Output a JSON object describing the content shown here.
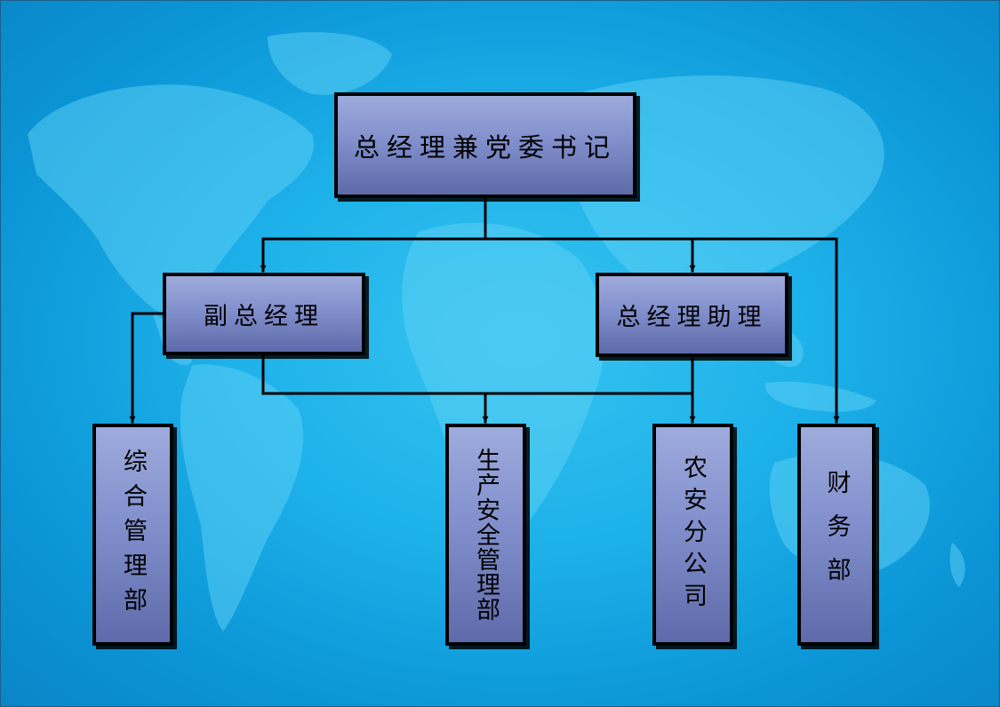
{
  "org_chart": {
    "top": {
      "label": "总经理兼党委书记"
    },
    "deputies": [
      {
        "id": "deputy-gm",
        "label": "副总经理"
      },
      {
        "id": "gm-assistant",
        "label": "总经理助理"
      }
    ],
    "departments": [
      {
        "id": "general-admin",
        "label": "综合管理部"
      },
      {
        "id": "production-safety",
        "label": "生产安全管理部"
      },
      {
        "id": "agri-safety-branch",
        "label": "农安分公司"
      },
      {
        "id": "finance",
        "label": "财务部"
      }
    ]
  },
  "colors": {
    "background": "#1eb2ea",
    "box_fill_top": "#9eabdc",
    "box_fill_bottom": "#5e6aa9",
    "connector": "#000000"
  }
}
